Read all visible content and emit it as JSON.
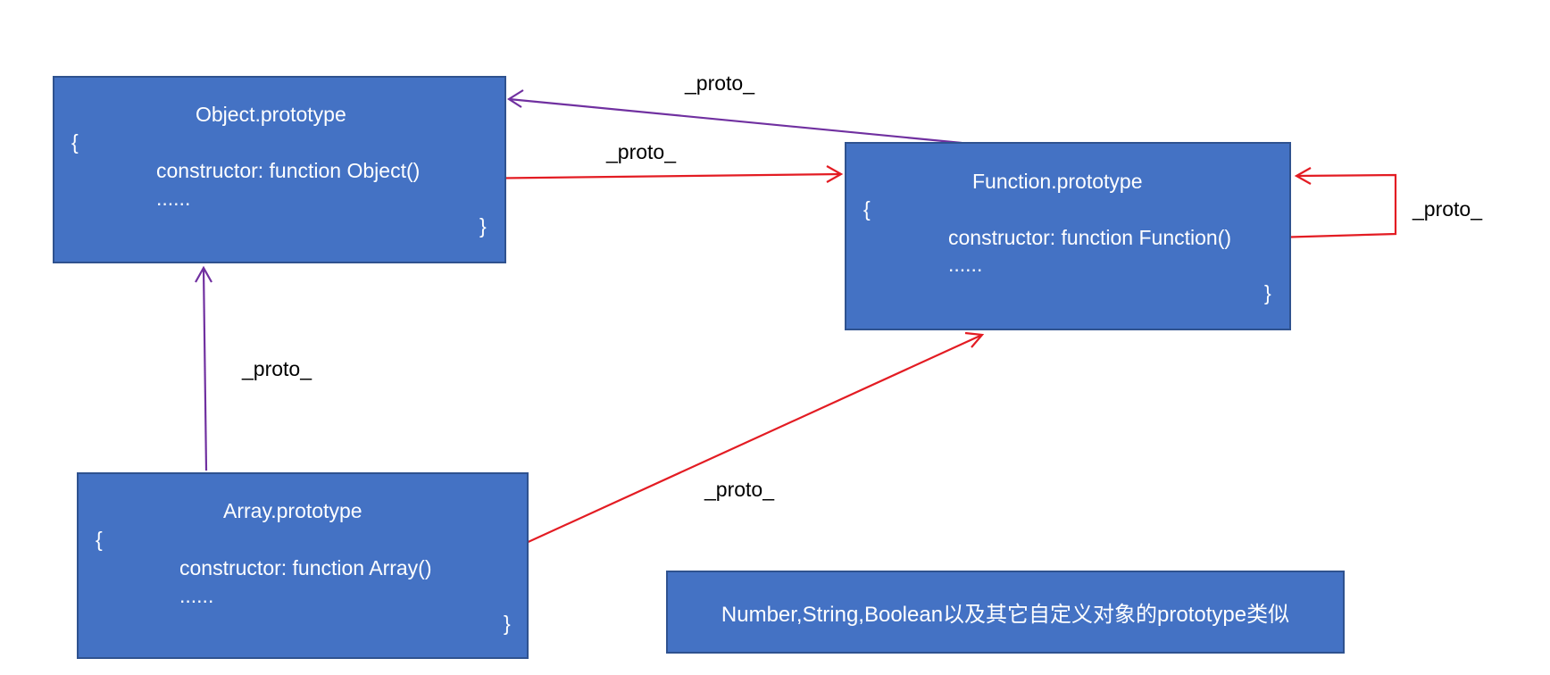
{
  "boxes": {
    "object_proto": {
      "title": "Object.prototype",
      "open_brace": "{",
      "constructor": "constructor: function Object()",
      "ellipsis": "......",
      "close_brace": "}"
    },
    "function_proto": {
      "title": "Function.prototype",
      "open_brace": "{",
      "constructor": "constructor: function Function()",
      "ellipsis": "......",
      "close_brace": "}"
    },
    "array_proto": {
      "title": "Array.prototype",
      "open_brace": "{",
      "constructor": "constructor: function Array()",
      "ellipsis": "......",
      "close_brace": "}"
    }
  },
  "note": "Number,String,Boolean以及其它自定义对象的prototype类似",
  "edge_labels": {
    "function_to_object": "_proto_",
    "object_ctor_to_function": "_proto_",
    "function_self": "_proto_",
    "array_to_object": "_proto_",
    "array_ctor_to_function": "_proto_"
  },
  "colors": {
    "box_fill": "#4472c4",
    "box_border": "#2f528f",
    "purple_arrow": "#7030a0",
    "red_arrow": "#e31c23"
  }
}
